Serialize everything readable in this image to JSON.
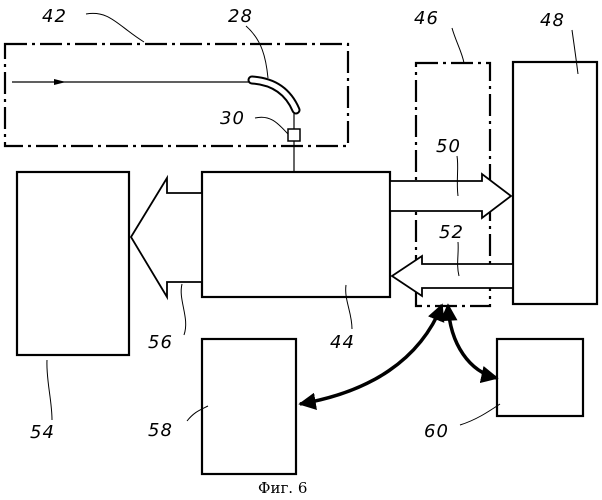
{
  "figure": {
    "caption": "Фиг. 6",
    "labels": {
      "l28": "28",
      "l30": "30",
      "l42": "42",
      "l44": "44",
      "l46": "46",
      "l48": "48",
      "l50": "50",
      "l52": "52",
      "l54": "54",
      "l56": "56",
      "l58": "58",
      "l60": "60"
    }
  }
}
